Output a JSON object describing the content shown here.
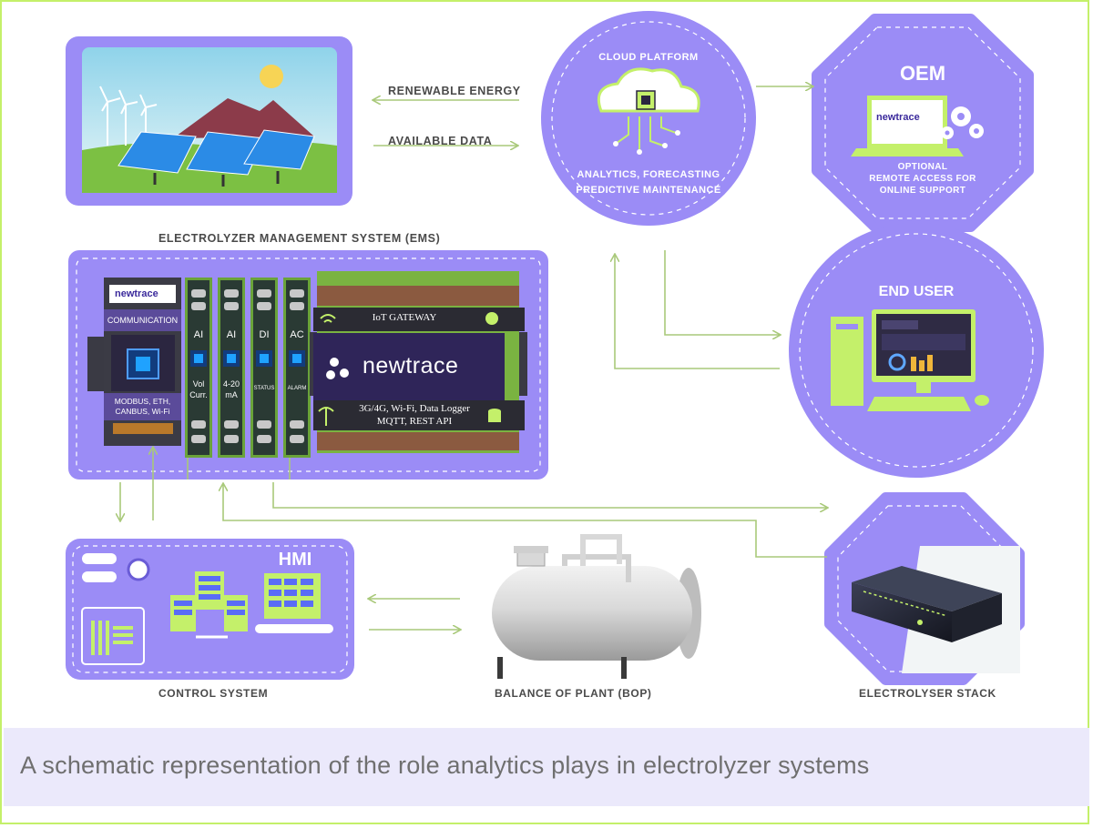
{
  "caption": "A schematic representation of the role analytics plays in electrolyzer systems",
  "arrows": {
    "renewable_energy": "RENEWABLE ENERGY",
    "available_data": "AVAILABLE DATA"
  },
  "cloud": {
    "title": "CLOUD PLATFORM",
    "line1": "ANALYTICS, FORECASTING",
    "line2": "PREDICTIVE MAINTENANCE"
  },
  "oem": {
    "title": "OEM",
    "brand": "newtrace",
    "line1": "OPTIONAL",
    "line2": "REMOTE ACCESS FOR",
    "line3": "ONLINE SUPPORT"
  },
  "ems": {
    "title": "ELECTROLYZER MANAGEMENT SYSTEM (EMS)",
    "comm_brand": "newtrace",
    "communication": "COMMUNICATION",
    "protocols1": "MODBUS, ETH,",
    "protocols2": "CANBUS, Wi-Fi",
    "modules": [
      {
        "top": "AI",
        "bottom1": "Vol",
        "bottom2": "Curr."
      },
      {
        "top": "AI",
        "bottom1": "4-20",
        "bottom2": "mA"
      },
      {
        "top": "DI",
        "bottom1": "STATUS",
        "bottom2": ""
      },
      {
        "top": "AC",
        "bottom1": "ALARM",
        "bottom2": ""
      }
    ],
    "gateway_label": "IoT GATEWAY",
    "gateway_brand": "newtrace",
    "gateway_line1": "3G/4G, Wi-Fi, Data Logger",
    "gateway_line2": "MQTT, REST API"
  },
  "end_user": {
    "title": "END USER"
  },
  "control": {
    "label": "CONTROL SYSTEM",
    "hmi": "HMI"
  },
  "bop": {
    "label": "BALANCE OF PLANT (BOP)"
  },
  "stack": {
    "label": "ELECTROLYSER STACK"
  },
  "colors": {
    "purple": "#9b8cf6",
    "lime": "#c4f06a",
    "arrow": "#a9c97a",
    "dark": "#2b2640"
  }
}
